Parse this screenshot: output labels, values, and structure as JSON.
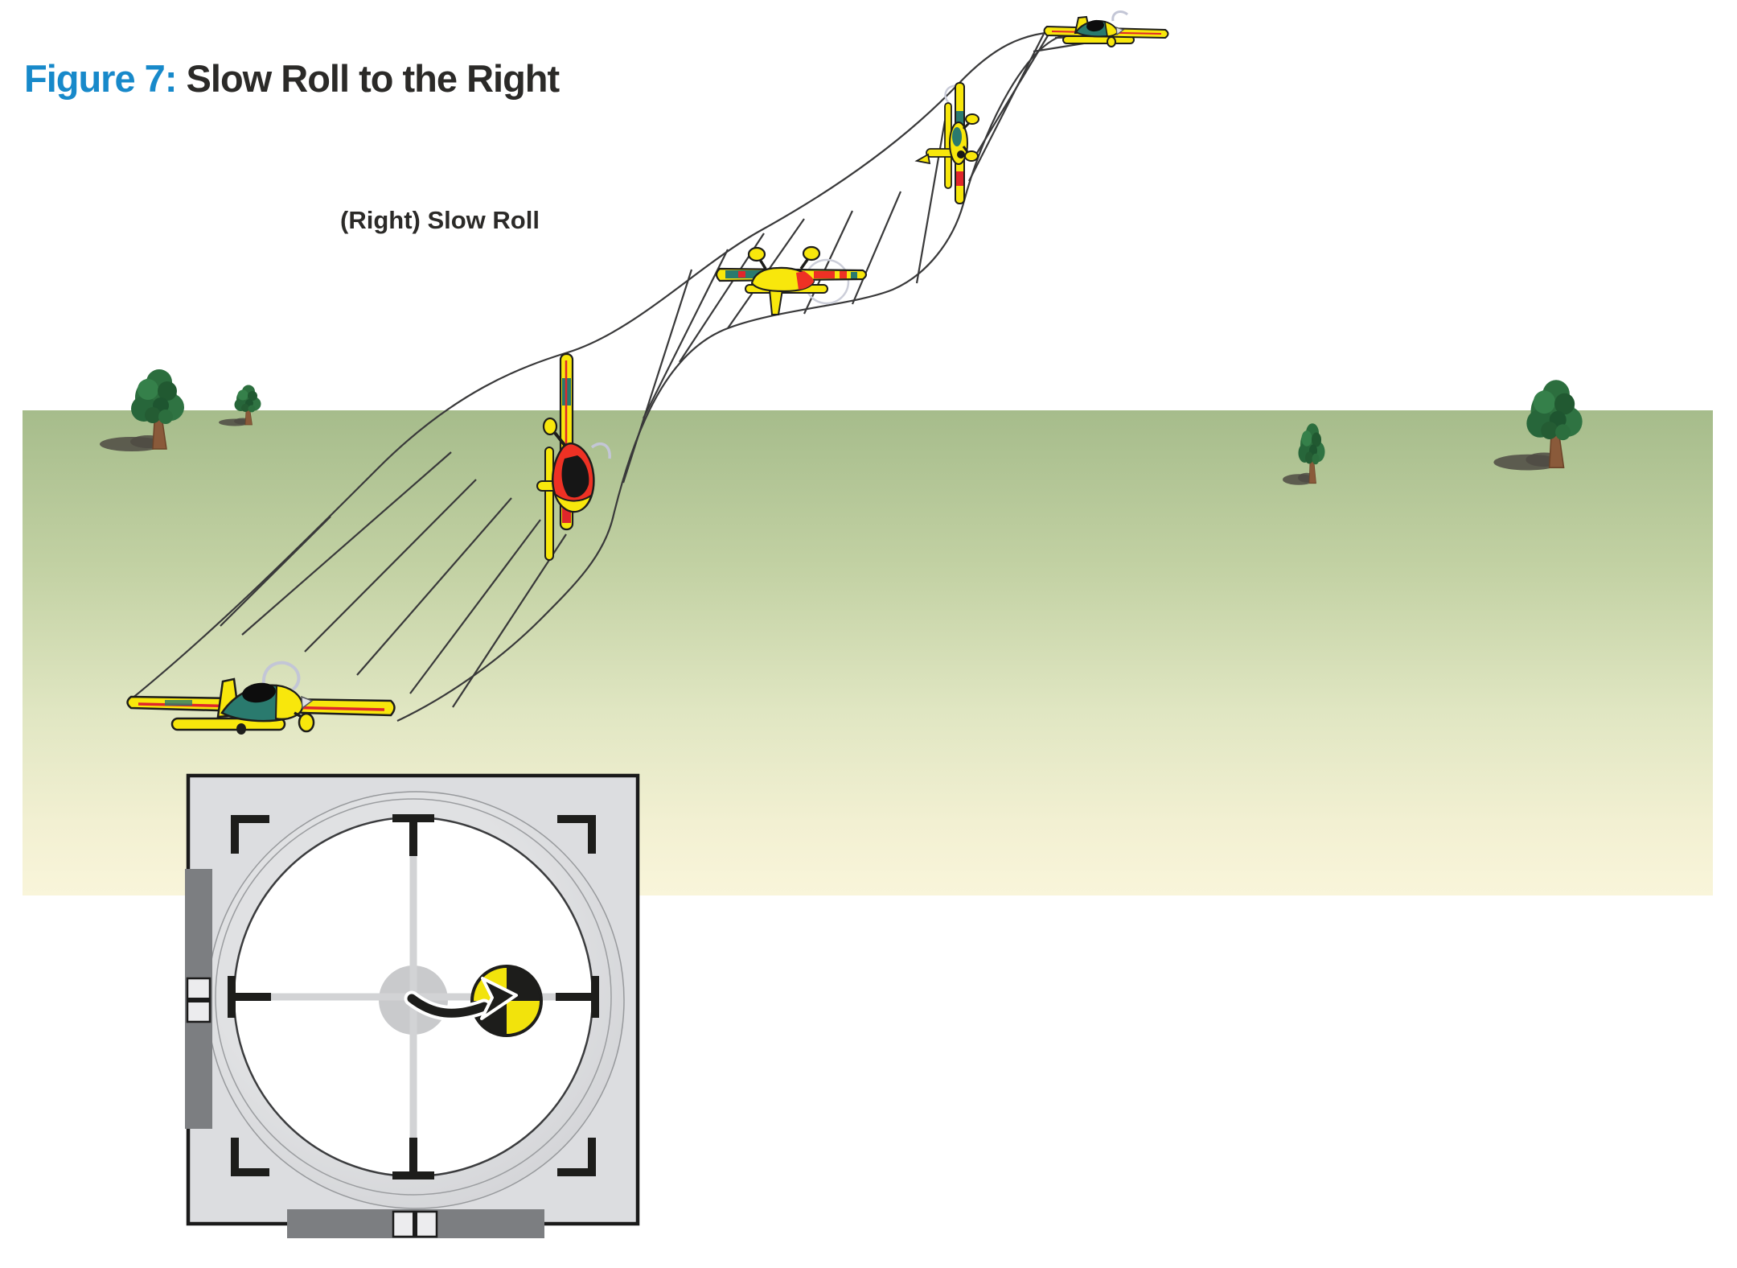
{
  "figure": {
    "number_label": "Figure 7:",
    "title": "Slow Roll to the Right",
    "maneuver_label": "(Right) Slow Roll"
  },
  "palette": {
    "figure_label_blue": "#1789ca",
    "title_text": "#2b2a28",
    "ground_green_top": "#a6bc8b",
    "ground_cream_bottom": "#f9f5da",
    "plane_yellow": "#f8e70c",
    "plane_teal": "#2a7a6e",
    "plane_red": "#ee3124",
    "tree_green": "#2c6e3e",
    "panel_gray": "#dcdde0",
    "trim_gray": "#7c7e81",
    "ball_yellow": "#f2e30c",
    "ball_black": "#1d1d1b"
  },
  "flight_path": {
    "maneuver": "slow roll to the right",
    "direction": "climbing left to right",
    "phases": [
      {
        "position": "entry",
        "attitude": "upright level"
      },
      {
        "position": "first quarter",
        "attitude": "knife-edge 90 deg"
      },
      {
        "position": "half",
        "attitude": "inverted 180 deg"
      },
      {
        "position": "third quarter",
        "attitude": "knife-edge 270 deg"
      },
      {
        "position": "exit",
        "attitude": "upright level"
      }
    ]
  },
  "control_input": {
    "control": "aileron stick",
    "stick_movement": "center to right",
    "indicator": "yellow-black quartered ball",
    "trims": [
      "left vertical trim slider",
      "bottom horizontal trim slider"
    ]
  },
  "scenery": {
    "trees": 4,
    "ground": "green-to-cream gradient field"
  }
}
